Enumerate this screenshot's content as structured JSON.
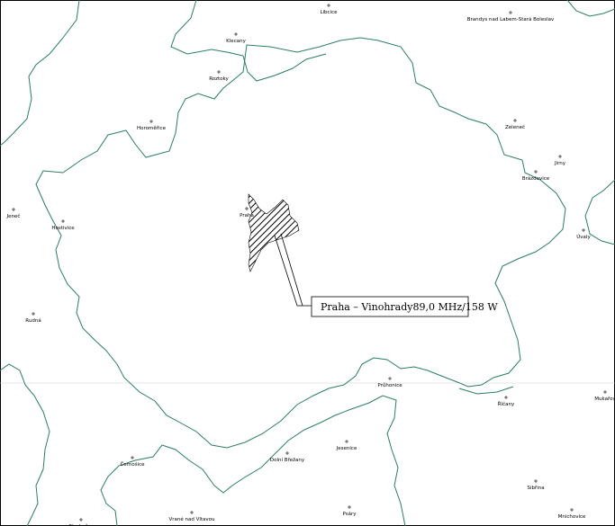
{
  "map": {
    "callout": {
      "text": "Praha – Vinohrady89,0 MHz/158 W"
    },
    "towns": [
      {
        "id": "libcice",
        "name": "Libcice"
      },
      {
        "id": "brandys",
        "name": "Brandys nad Labem-Stará Boleslav"
      },
      {
        "id": "klecany",
        "name": "Klecany"
      },
      {
        "id": "roztoky",
        "name": "Roztoky"
      },
      {
        "id": "horomerice",
        "name": "Horoměřice"
      },
      {
        "id": "zelenec",
        "name": "Zeleneč"
      },
      {
        "id": "jirny",
        "name": "Jirny"
      },
      {
        "id": "brazdovice",
        "name": "Brázdovice"
      },
      {
        "id": "jenec",
        "name": "Jeneč"
      },
      {
        "id": "praha",
        "name": "Praha"
      },
      {
        "id": "hostivice",
        "name": "Hostivice"
      },
      {
        "id": "doubravice",
        "name": "Úvaly"
      },
      {
        "id": "rudna",
        "name": "Rudná"
      },
      {
        "id": "pruhonice",
        "name": "Průhonice"
      },
      {
        "id": "ricany",
        "name": "Říčany"
      },
      {
        "id": "mukarov",
        "name": "Mukařov"
      },
      {
        "id": "jesenice",
        "name": "Jesenice"
      },
      {
        "id": "cernosice",
        "name": "Černošice"
      },
      {
        "id": "dolni-brezany",
        "name": "Dolní Břežany"
      },
      {
        "id": "sibrina",
        "name": "Sibřina"
      },
      {
        "id": "psary",
        "name": "Psáry"
      },
      {
        "id": "mnichovice",
        "name": "Mnichovice"
      },
      {
        "id": "vrane",
        "name": "Vrané nad Vltavou"
      },
      {
        "id": "strancice",
        "name": "Struhařov"
      }
    ]
  }
}
